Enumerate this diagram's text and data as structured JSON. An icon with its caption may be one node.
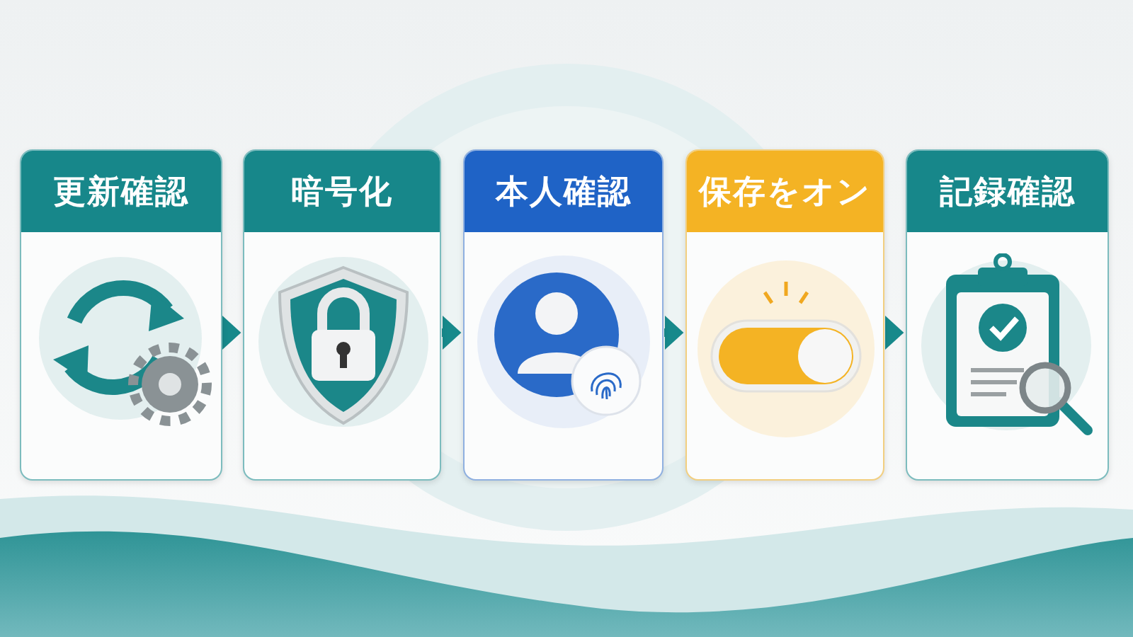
{
  "diagram": {
    "nodes": [
      {
        "text": [
          "更新確認"
        ]
      },
      {
        "text": [
          "暗号化"
        ]
      },
      {
        "text": [
          "本人確認"
        ]
      },
      {
        "text": [
          "保存をオン"
        ]
      },
      {
        "text": [
          "記録確認"
        ]
      }
    ],
    "edges": [
      {
        "from": 0,
        "to": 1,
        "arrow": "to"
      },
      {
        "from": 1,
        "to": 2,
        "arrow": "to"
      },
      {
        "from": 2,
        "to": 3,
        "arrow": "to"
      },
      {
        "from": 3,
        "to": 4,
        "arrow": "to"
      }
    ]
  }
}
